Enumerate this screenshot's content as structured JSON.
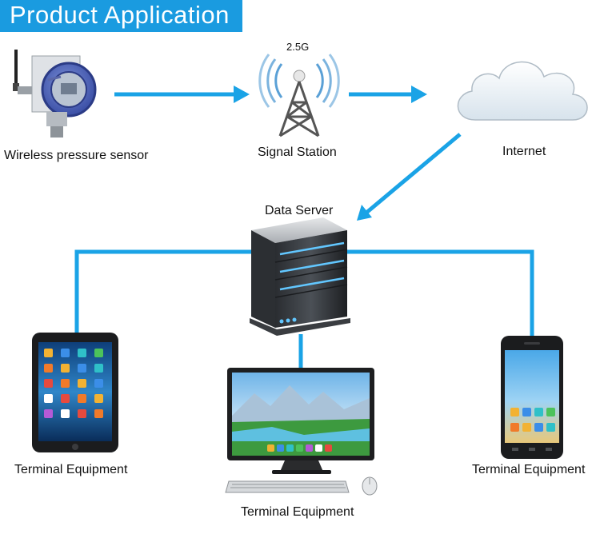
{
  "title": "Product Application",
  "colors": {
    "banner": "#1a9be0",
    "connector": "#1aa3e6",
    "arrow": "#1aa3e6"
  },
  "nodes": {
    "sensor": {
      "label": "Wireless pressure sensor",
      "icon": "pressure-sensor-icon"
    },
    "station": {
      "label": "Signal Station",
      "band": "2.5G",
      "icon": "signal-tower-icon"
    },
    "internet": {
      "label": "Internet",
      "icon": "cloud-icon"
    },
    "server": {
      "label": "Data Server",
      "icon": "server-icon"
    },
    "tablet": {
      "label": "Terminal Equipment",
      "icon": "tablet-icon"
    },
    "computer": {
      "label": "Terminal Equipment",
      "icon": "desktop-computer-icon"
    },
    "phone": {
      "label": "Terminal Equipment",
      "icon": "smartphone-icon"
    }
  }
}
